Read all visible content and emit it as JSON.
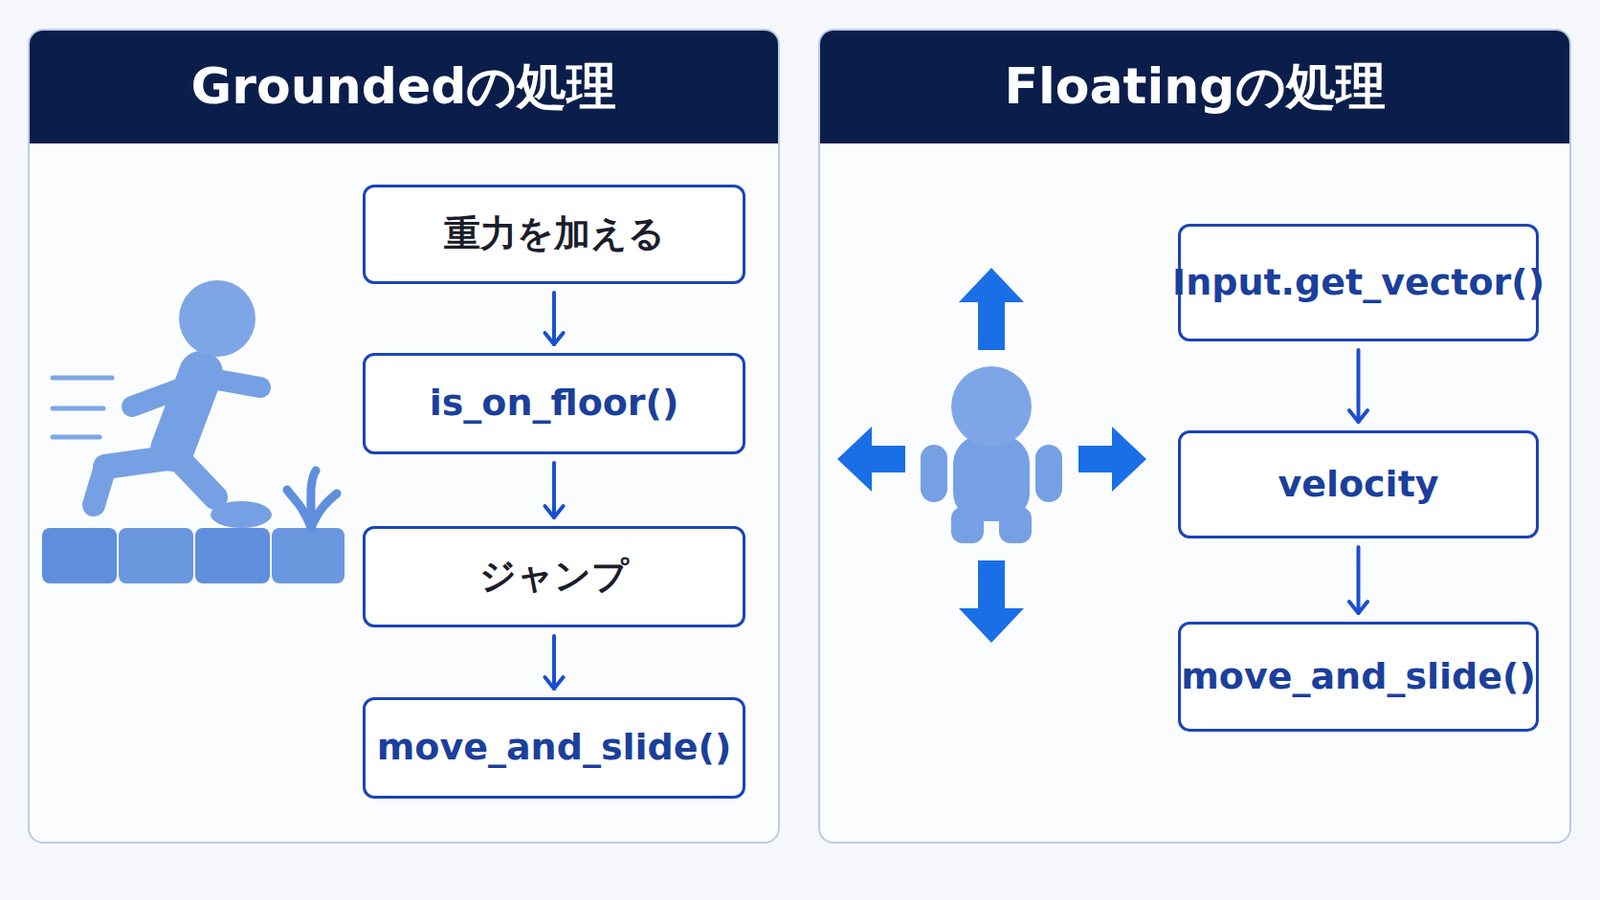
{
  "diagram": {
    "nodes": [
      {
        "text": [
          "Groundedの処理"
        ]
      },
      {
        "text": [
          "重力を加える"
        ],
        "in": 0
      },
      {
        "text": [
          "is_on_floor()"
        ],
        "in": 0
      },
      {
        "text": [
          "ジャンプ"
        ],
        "in": 0
      },
      {
        "text": [
          "move_and_slide()"
        ],
        "in": 0
      },
      {
        "text": [
          "Floatingの処理"
        ]
      },
      {
        "text": [
          "Input.get_vector()"
        ],
        "in": 5
      },
      {
        "text": [
          "velocity"
        ],
        "in": 5
      },
      {
        "text": [
          "move_and_slide()"
        ],
        "in": 5
      }
    ],
    "edges": [
      {
        "from": 1,
        "to": 2,
        "arrow": "to"
      },
      {
        "from": 2,
        "to": 3,
        "arrow": "to"
      },
      {
        "from": 3,
        "to": 4,
        "arrow": "to"
      },
      {
        "from": 6,
        "to": 7,
        "arrow": "to"
      },
      {
        "from": 7,
        "to": 8,
        "arrow": "to"
      }
    ]
  }
}
